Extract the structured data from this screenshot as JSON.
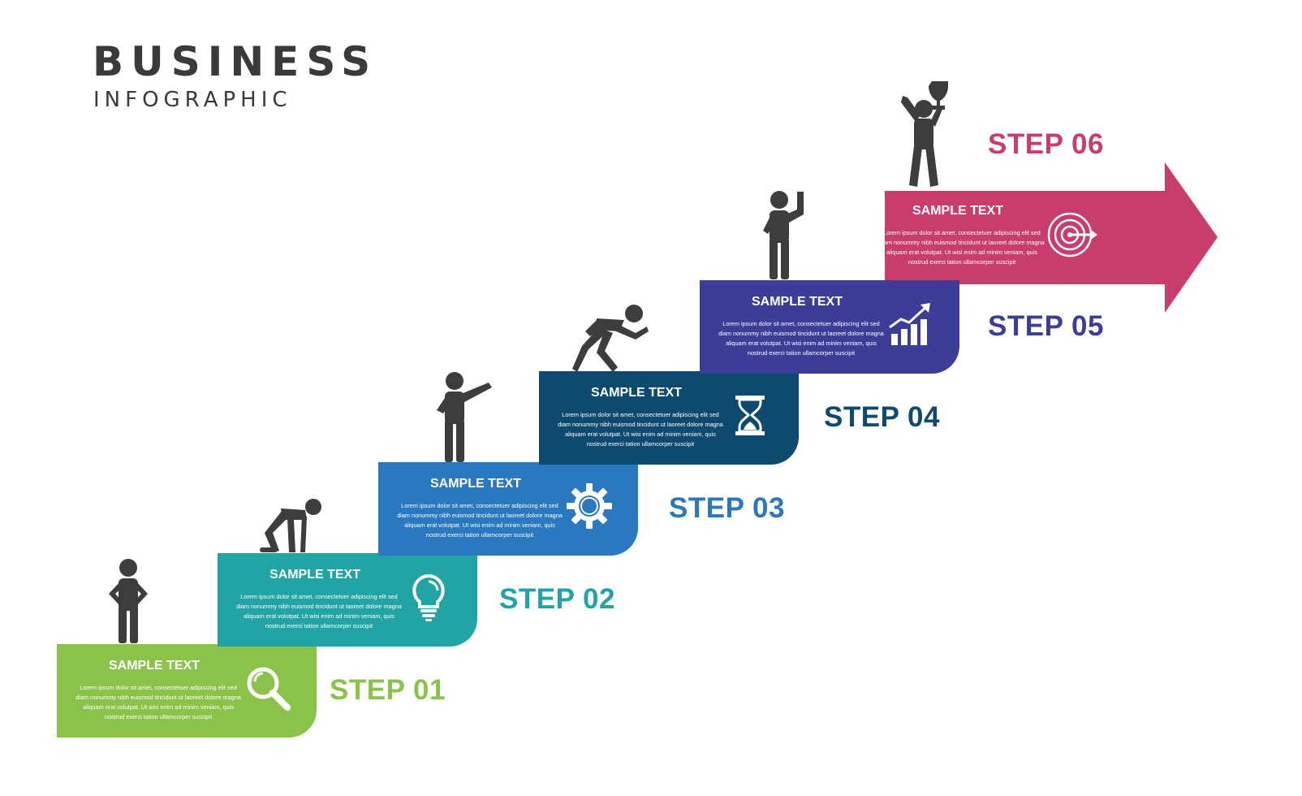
{
  "header": {
    "title": "BUSINESS",
    "subtitle": "INFOGRAPHIC"
  },
  "steps": [
    {
      "label": "STEP 01",
      "title": "SAMPLE TEXT",
      "body": "Lorem ipsum dolor sit amet, consectetuer adipiscing elit sed diam nonummy nibh euismod tincidunt ut laoreet dolore magna aliquam erat volutpat. Ut wisi enim ad minim veniam, quis nostrud exerci tation ullamcorper suscipit",
      "icon": "magnifier-icon",
      "figure": "standing-hands-on-hips",
      "color": "#8bc34a"
    },
    {
      "label": "STEP 02",
      "title": "SAMPLE TEXT",
      "body": "Lorem ipsum dolor sit amet, consectetuer adipiscing elit sed diam nonummy nibh euismod tincidunt ut laoreet dolore magna aliquam erat volutpat. Ut wisi enim ad minim veniam, quis nostrud exerci tation ullamcorper suscipit",
      "icon": "lightbulb-icon",
      "figure": "starting-crouch",
      "color": "#22a4a5"
    },
    {
      "label": "STEP 03",
      "title": "SAMPLE TEXT",
      "body": "Lorem ipsum dolor sit amet, consectetuer adipiscing elit sed diam nonummy nibh euismod tincidunt ut laoreet dolore magna aliquam erat volutpat. Ut wisi enim ad minim veniam, quis nostrud exerci tation ullamcorper suscipit",
      "icon": "gear-icon",
      "figure": "pointing",
      "color": "#2a78bf"
    },
    {
      "label": "STEP 04",
      "title": "SAMPLE TEXT",
      "body": "Lorem ipsum dolor sit amet, consectetuer adipiscing elit sed diam nonummy nibh euismod tincidunt ut laoreet dolore magna aliquam erat volutpat. Ut wisi enim ad minim veniam, quis nostrud exerci tation ullamcorper suscipit",
      "icon": "hourglass-icon",
      "figure": "running",
      "color": "#0e4a70"
    },
    {
      "label": "STEP 05",
      "title": "SAMPLE TEXT",
      "body": "Lorem ipsum dolor sit amet, consectetuer adipiscing elit sed diam nonummy nibh euismod tincidunt ut laoreet dolore magna aliquam erat volutpat. Ut wisi enim ad minim veniam, quis nostrud exerci tation ullamcorper suscipit",
      "icon": "growth-chart-icon",
      "figure": "waving",
      "color": "#3b3d97"
    },
    {
      "label": "STEP 06",
      "title": "SAMPLE TEXT",
      "body": "Lorem ipsum dolor sit amet, consectetuer adipiscing elit sed diam nonummy nibh euismod tincidunt ut laoreet dolore magna aliquam erat volutpat. Ut wisi enim ad minim veniam, quis nostrud exerci tation ullamcorper suscipit",
      "icon": "target-icon",
      "figure": "holding-trophy",
      "color": "#c93d6c"
    }
  ],
  "colors": {
    "figure": "#3d3d3d",
    "title": "#3a3a3a"
  }
}
